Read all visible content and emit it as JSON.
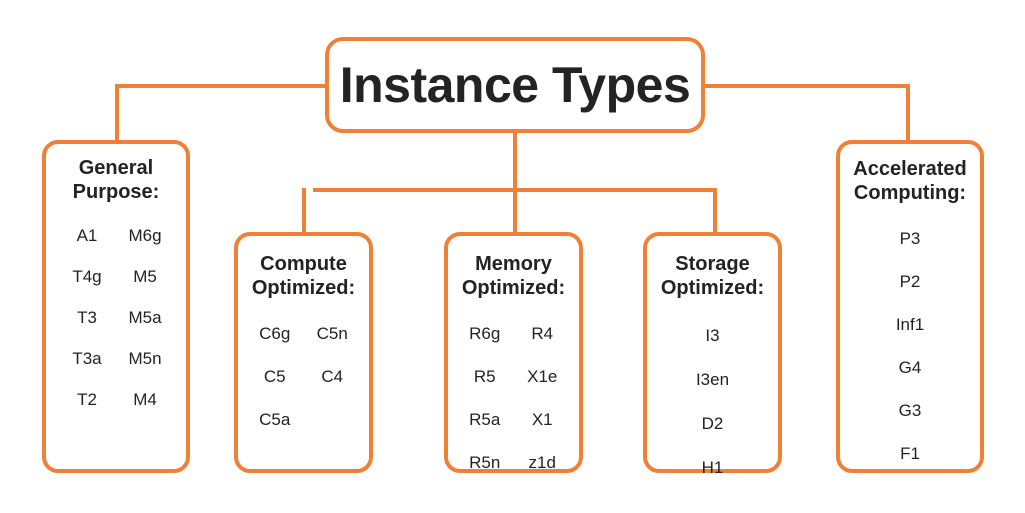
{
  "diagram": {
    "title": "Instance Types",
    "accent_color": "#F08036",
    "text_color": "#232326",
    "background_color": "#FFFFFF",
    "categories": [
      {
        "id": "general-purpose",
        "title": "General\nPurpose:",
        "columns": 2,
        "items": [
          "A1",
          "M6g",
          "T4g",
          "M5",
          "T3",
          "M5a",
          "T3a",
          "M5n",
          "T2",
          "M4"
        ]
      },
      {
        "id": "compute-optimized",
        "title": "Compute\nOptimized:",
        "columns": 2,
        "items": [
          "C6g",
          "C5n",
          "C5",
          "C4",
          "C5a",
          ""
        ]
      },
      {
        "id": "memory-optimized",
        "title": "Memory\nOptimized:",
        "columns": 2,
        "items": [
          "R6g",
          "R4",
          "R5",
          "X1e",
          "R5a",
          "X1",
          "R5n",
          "z1d"
        ]
      },
      {
        "id": "storage-optimized",
        "title": "Storage\nOptimized:",
        "columns": 1,
        "items": [
          "I3",
          "I3en",
          "D2",
          "H1"
        ]
      },
      {
        "id": "accelerated-computing",
        "title": "Accelerated\nComputing:",
        "columns": 1,
        "items": [
          "P3",
          "P2",
          "Inf1",
          "G4",
          "G3",
          "F1"
        ]
      }
    ]
  }
}
